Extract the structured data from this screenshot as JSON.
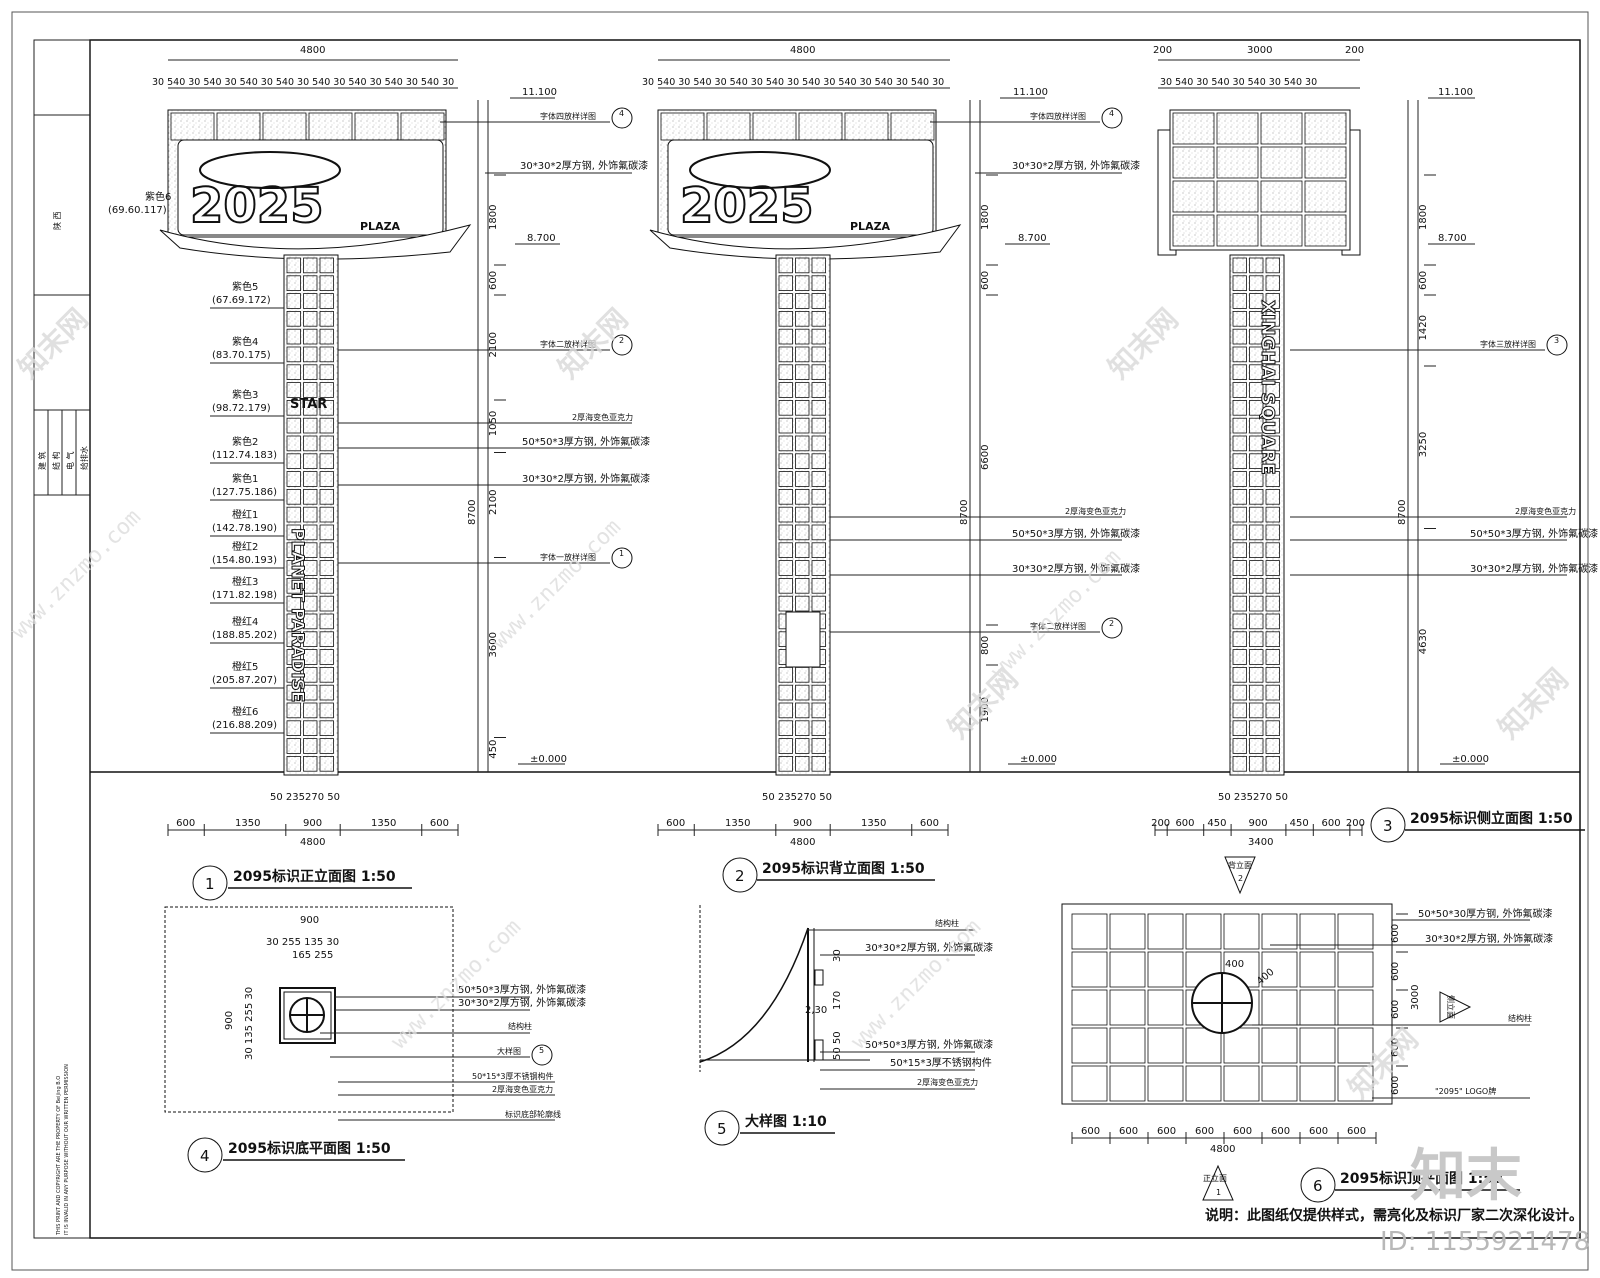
{
  "sheet": {
    "note": "说明：此图纸仅提供样式，需亮化及标识厂家二次深化设计。",
    "id_label": "ID: 1155921478",
    "brand": "知末",
    "watermark_cn": "知末网",
    "watermark_url": "www.znzmo.com"
  },
  "title_block": {
    "project": "陕 西",
    "disciplines": [
      "建 筑",
      "结 构",
      "电 气",
      "给排水"
    ],
    "copyright": [
      "THIS PRINT AND COPYRIGHT ARE THE PROPERTY OF Beijing B.O",
      "IT IS INVALID IN ANY PURPOSE WITHOUT OUR WRITTEN PERMISSION"
    ]
  },
  "views": {
    "front_title": "2095标识正立面图 1:50",
    "back_title": "2095标识背立面图 1:50",
    "side_title": "2095标识侧立面图 1:50",
    "plan_title": "2095标识底平面图 1:50",
    "detail_title": "大样图 1:10",
    "top_title": "2095标识顶平面图 1:50",
    "num1": "1",
    "num2": "2",
    "num3": "3",
    "num4": "4",
    "num5": "5",
    "num6": "6"
  },
  "dims": {
    "w4800": "4800",
    "w3000": "3000",
    "w200": "200",
    "w3400": "3400",
    "top_chain": "30 540 30 540 30 540 30 540 30 540 30 540 30 540 30 540 30",
    "side_chain": "30 540 30 540 30 540 30 540 30",
    "bottom_chain": [
      "600",
      "1350",
      "900",
      "1350",
      "600"
    ],
    "bottom_sub": "50 235270 50",
    "side_bottom_chain": [
      "200",
      "600",
      "450",
      "900",
      "450",
      "600",
      "200"
    ],
    "right_chain_front": [
      "1800",
      "600",
      "2100",
      "1050",
      "2100",
      "3600",
      "450"
    ],
    "right_chain_back": [
      "1800",
      "600",
      "6600",
      "800",
      "1900"
    ],
    "right_chain_side": [
      "1800",
      "600",
      "1420",
      "3250",
      "4630"
    ],
    "total_8700": "8700",
    "top_grid": [
      "600",
      "600",
      "600",
      "600",
      "600",
      "600",
      "600",
      "600"
    ],
    "top_grid_v": [
      "600",
      "600",
      "600",
      "600",
      "600"
    ]
  },
  "levels": {
    "top": "11.100",
    "mid": "8.700",
    "zero": "±0.000"
  },
  "colors_list": [
    {
      "name": "紫色6",
      "rgb": "(69.60.117)"
    },
    {
      "name": "紫色5",
      "rgb": "(67.69.172)"
    },
    {
      "name": "紫色4",
      "rgb": "(83.70.175)"
    },
    {
      "name": "紫色3",
      "rgb": "(98.72.179)"
    },
    {
      "name": "紫色2",
      "rgb": "(112.74.183)"
    },
    {
      "name": "紫色1",
      "rgb": "(127.75.186)"
    },
    {
      "name": "橙红1",
      "rgb": "(142.78.190)"
    },
    {
      "name": "橙红2",
      "rgb": "(154.80.193)"
    },
    {
      "name": "橙红3",
      "rgb": "(171.82.198)"
    },
    {
      "name": "橙红4",
      "rgb": "(188.85.202)"
    },
    {
      "name": "橙红5",
      "rgb": "(205.87.207)"
    },
    {
      "name": "橙红6",
      "rgb": "(216.88.209)"
    }
  ],
  "callouts": {
    "font4": "字体四放样详图",
    "font3": "字体三放样详图",
    "font2": "字体二放样详图",
    "font1": "字体一放样详图",
    "steel3030": "30*30*2厚方钢, 外饰氟碳漆",
    "steel5050": "50*50*3厚方钢, 外饰氟碳漆",
    "acrylic": "2厚海变色亚克力",
    "struct": "结构柱",
    "pillar": "大样图",
    "ss": "50*15*3厚不锈钢构件",
    "outline": "标识底部轮廓线",
    "steel50503": "50*50*30厚方钢, 外饰氟碳漆",
    "logo": "\"2095\" LOGO牌",
    "front_mark": "正立面",
    "back_mark": "背立面",
    "side_mark": "侧立面"
  },
  "signage_text": {
    "year": "2025",
    "plaza": "PLAZA",
    "star": "STAR",
    "planet": "PLANET PARADISE",
    "xinghai": "XINGHAI SQUARE"
  },
  "plan_dims": {
    "a": "900",
    "b": "30 255 135 30",
    "c": "165 255",
    "d": "900",
    "e": "30 135 255 30"
  },
  "detail_dims": {
    "a": "30",
    "b": "170",
    "c": "2,30",
    "d": "50 50",
    "r1": "400",
    "r2": "400"
  }
}
